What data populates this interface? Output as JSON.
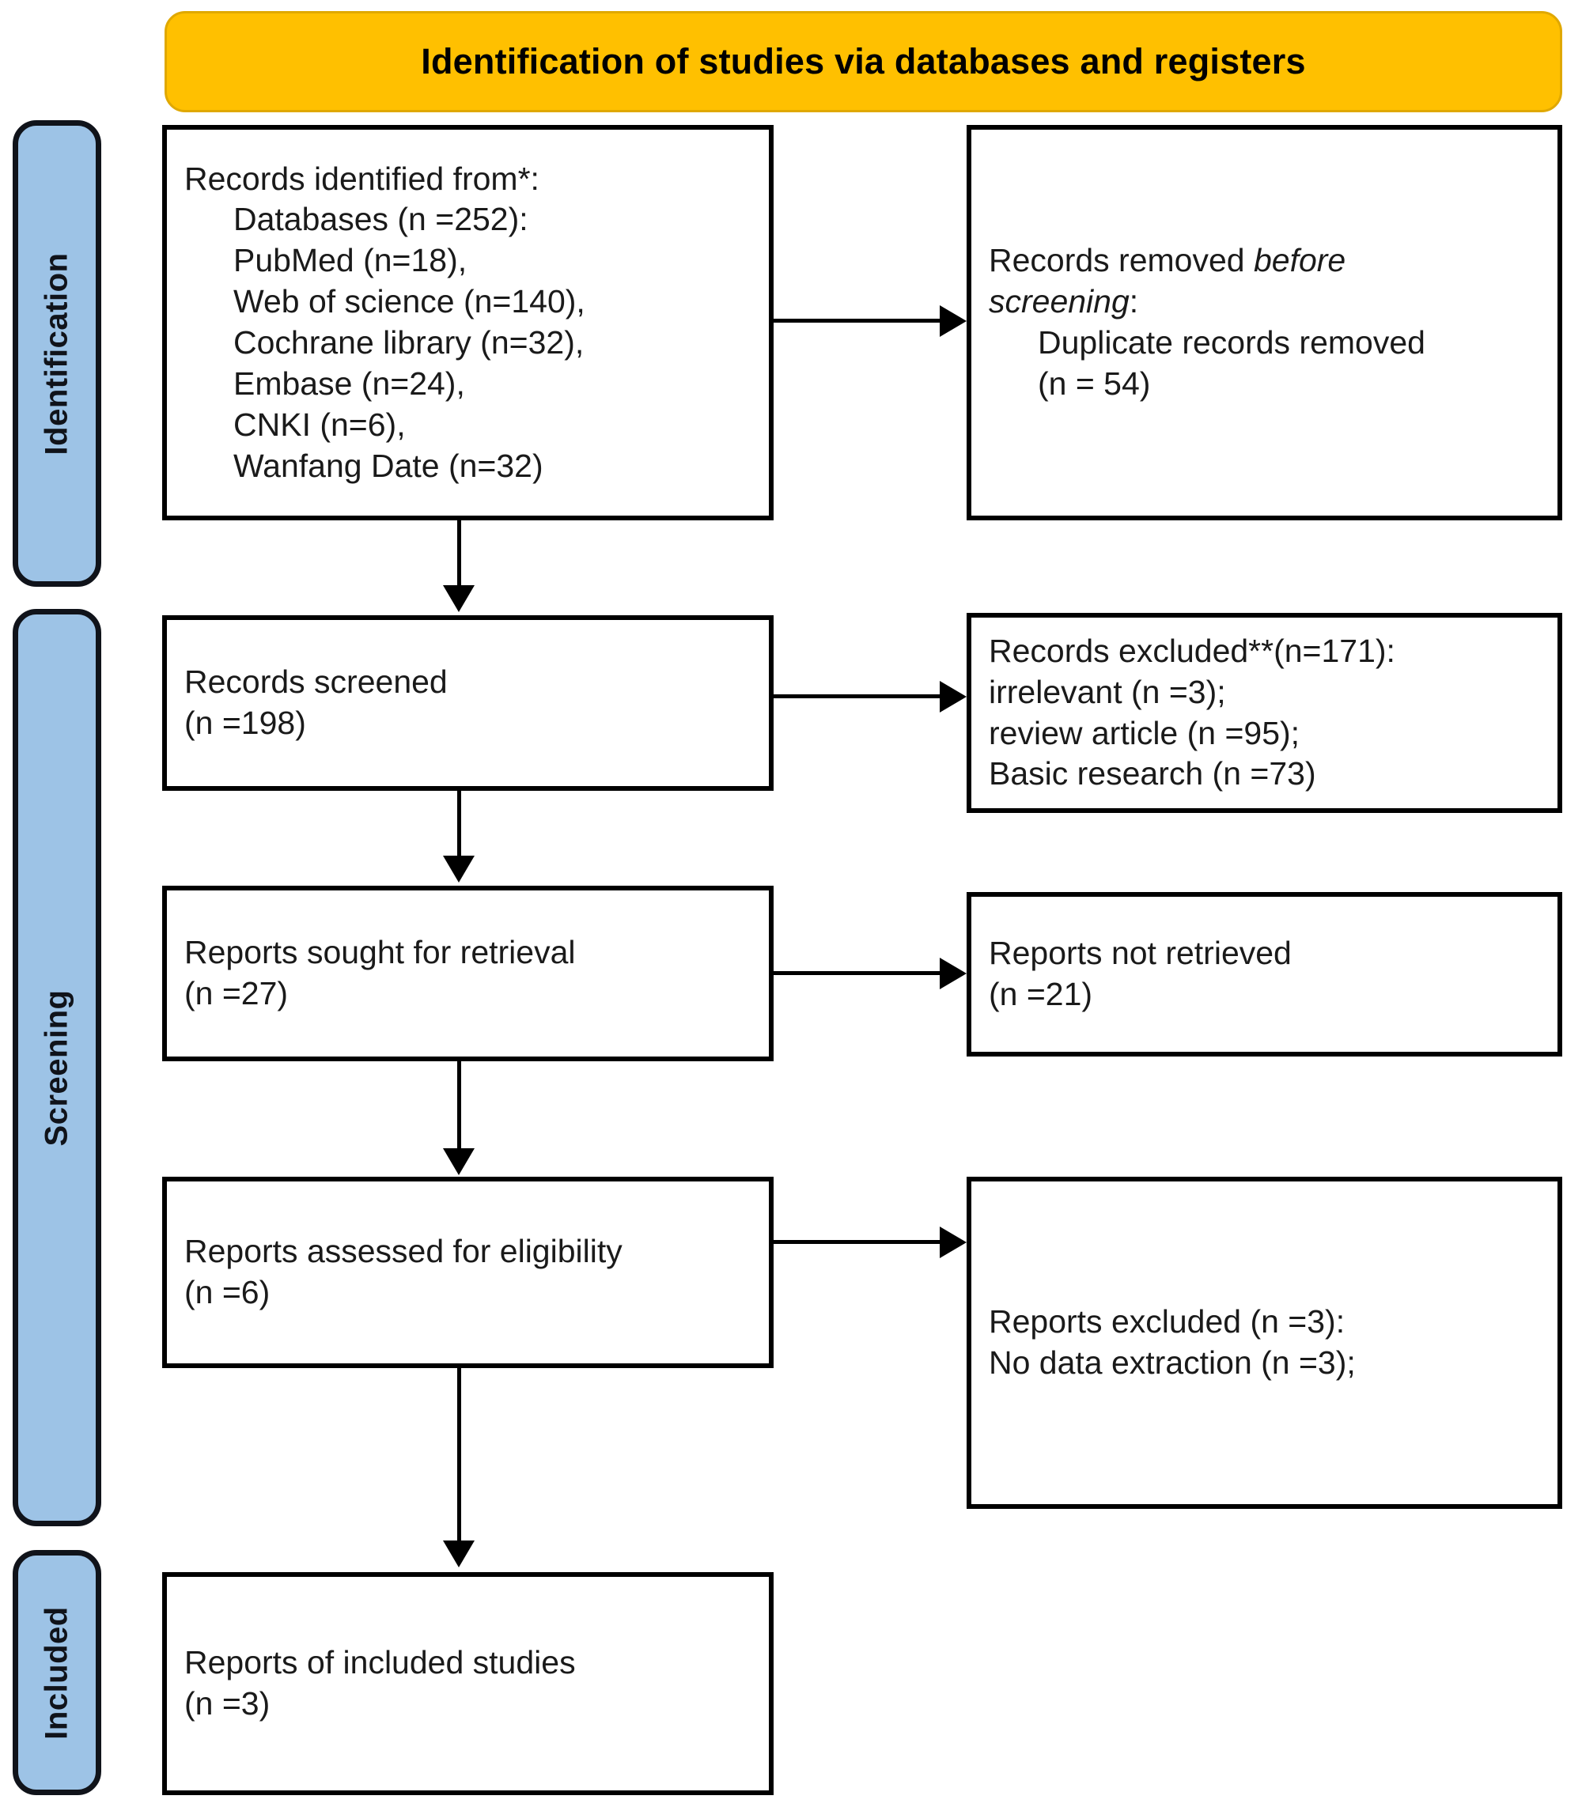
{
  "header": {
    "title": "Identification of studies via databases and registers",
    "bg_color": "#FFC000"
  },
  "stages": [
    {
      "label": "Identification"
    },
    {
      "label": "Screening"
    },
    {
      "label": "Included"
    }
  ],
  "stage_color": "#9DC3E6",
  "boxes": {
    "identified": {
      "lines": [
        "Records identified from*:",
        "Databases (n =252):",
        "PubMed (n=18),",
        "Web of science (n=140),",
        "Cochrane library (n=32),",
        "Embase (n=24),",
        "CNKI (n=6),",
        "Wanfang Date (n=32)"
      ]
    },
    "removed": {
      "line1_plain": "Records removed ",
      "line1_italic": "before",
      "line2_italic": "screening",
      "line2_plain": ":",
      "line3": "Duplicate records removed",
      "line4": "(n = 54)"
    },
    "screened": {
      "lines": [
        "Records screened",
        "(n =198)"
      ]
    },
    "excluded_screened": {
      "lines": [
        "Records excluded**(n=171):",
        "irrelevant (n =3);",
        "review article (n =95);",
        "Basic research (n =73)"
      ]
    },
    "sought": {
      "lines": [
        "Reports sought for retrieval",
        "(n =27)"
      ]
    },
    "not_retrieved": {
      "lines": [
        "Reports not retrieved",
        "(n =21)"
      ]
    },
    "assessed": {
      "lines": [
        "Reports assessed for eligibility",
        "(n =6)"
      ]
    },
    "excluded_reports": {
      "lines": [
        "Reports excluded (n =3):",
        "No data extraction (n =3);"
      ]
    },
    "included": {
      "lines": [
        "Reports of included studies",
        "(n =3)"
      ]
    }
  },
  "chart_data": {
    "type": "diagram",
    "title": "PRISMA 2020 flow diagram",
    "nodes": [
      {
        "id": "identified",
        "stage": "Identification",
        "label": "Records identified from*",
        "n": 252,
        "sources": [
          {
            "name": "PubMed",
            "n": 18
          },
          {
            "name": "Web of science",
            "n": 140
          },
          {
            "name": "Cochrane library",
            "n": 32
          },
          {
            "name": "Embase",
            "n": 24
          },
          {
            "name": "CNKI",
            "n": 6
          },
          {
            "name": "Wanfang Date",
            "n": 32
          }
        ]
      },
      {
        "id": "removed",
        "stage": "Identification",
        "label": "Records removed before screening: Duplicate records removed",
        "n": 54
      },
      {
        "id": "screened",
        "stage": "Screening",
        "label": "Records screened",
        "n": 198
      },
      {
        "id": "excluded_screened",
        "stage": "Screening",
        "label": "Records excluded**",
        "n": 171,
        "reasons": [
          {
            "name": "irrelevant",
            "n": 3
          },
          {
            "name": "review article",
            "n": 95
          },
          {
            "name": "Basic research",
            "n": 73
          }
        ]
      },
      {
        "id": "sought",
        "stage": "Screening",
        "label": "Reports sought for retrieval",
        "n": 27
      },
      {
        "id": "not_retrieved",
        "stage": "Screening",
        "label": "Reports not retrieved",
        "n": 21
      },
      {
        "id": "assessed",
        "stage": "Screening",
        "label": "Reports assessed for eligibility",
        "n": 6
      },
      {
        "id": "excluded_reports",
        "stage": "Screening",
        "label": "Reports excluded",
        "n": 3,
        "reasons": [
          {
            "name": "No data extraction",
            "n": 3
          }
        ]
      },
      {
        "id": "included",
        "stage": "Included",
        "label": "Reports of included studies",
        "n": 3
      }
    ],
    "edges": [
      {
        "from": "identified",
        "to": "removed",
        "direction": "right"
      },
      {
        "from": "identified",
        "to": "screened",
        "direction": "down"
      },
      {
        "from": "screened",
        "to": "excluded_screened",
        "direction": "right"
      },
      {
        "from": "screened",
        "to": "sought",
        "direction": "down"
      },
      {
        "from": "sought",
        "to": "not_retrieved",
        "direction": "right"
      },
      {
        "from": "sought",
        "to": "assessed",
        "direction": "down"
      },
      {
        "from": "assessed",
        "to": "excluded_reports",
        "direction": "right"
      },
      {
        "from": "assessed",
        "to": "included",
        "direction": "down"
      }
    ]
  }
}
